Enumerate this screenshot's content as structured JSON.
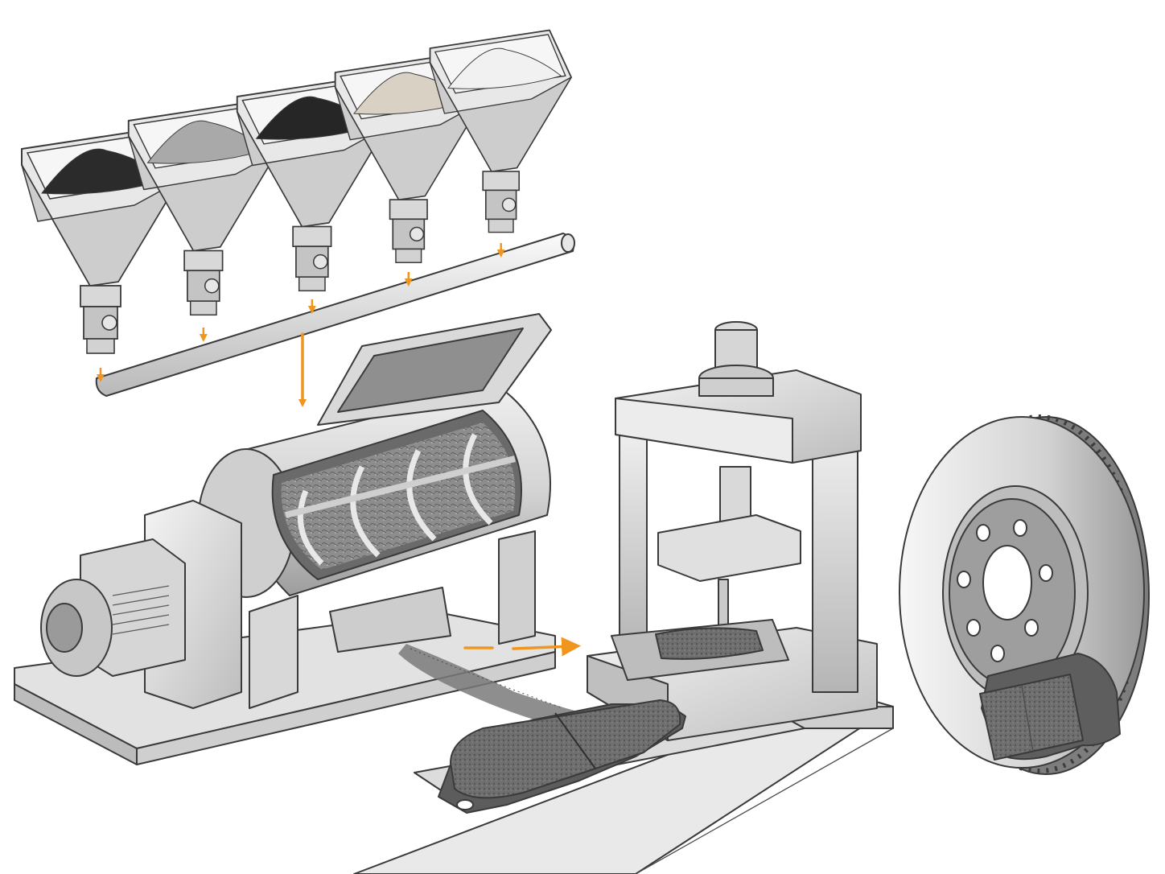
{
  "diagram": {
    "text_labels": [],
    "hoppers": [
      {
        "material": "dark-powder",
        "fill_color": "#2b2b2b"
      },
      {
        "material": "grey-powder",
        "fill_color": "#a9a9a9"
      },
      {
        "material": "dark-granules",
        "fill_color": "#262626"
      },
      {
        "material": "fibers",
        "fill_color": "#d9d2c4"
      },
      {
        "material": "white-powder",
        "fill_color": "#f1f1f1"
      }
    ],
    "stages": [
      "raw-material-hoppers",
      "ribbon-mixer",
      "hydraulic-press",
      "brake-pad",
      "brake-disc"
    ],
    "colors": {
      "accent_arrow": "#f0961e",
      "metal_light": "#e6e6e6",
      "metal_mid": "#c8c8c8",
      "metal_dark": "#8c8c8c",
      "friction_material": "#6b6b6b",
      "ink": "#3a3a3a"
    }
  }
}
